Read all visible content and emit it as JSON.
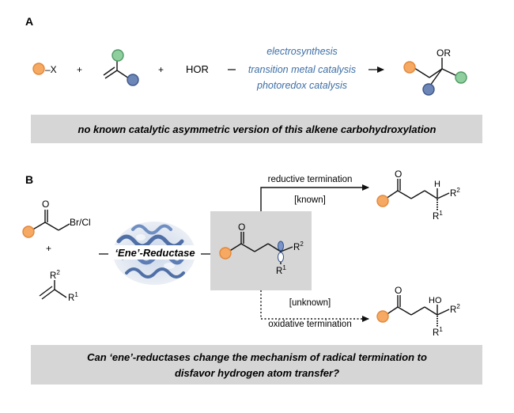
{
  "panel_a": {
    "label": "A",
    "reagent_x": "–X",
    "plus1": "+",
    "plus2": "+",
    "hor": "HOR",
    "methods": [
      "electrosynthesis",
      "transition metal catalysis",
      "photoredox catalysis"
    ],
    "product_or": "OR",
    "banner": "no known catalytic asymmetric version of this alkene carbohydroxylation"
  },
  "panel_b": {
    "label": "B",
    "haloketone_o": "O",
    "haloketone_x": "Br/Cl",
    "plus": "+",
    "alkene_r2": "R",
    "alkene_r2_sup": "2",
    "alkene_r1": "R",
    "alkene_r1_sup": "1",
    "enzyme": "‘Ene’-Reductase",
    "radical_o": "O",
    "radical_r2": "R",
    "radical_r2_sup": "2",
    "radical_r1": "R",
    "radical_r1_sup": "1",
    "reductive_label": "reductive termination",
    "known_label": "[known]",
    "unknown_label": "[unknown]",
    "oxidative_label": "oxidative termination",
    "prod_red_o": "O",
    "prod_red_h": "H",
    "prod_red_r2": "R",
    "prod_red_r2_sup": "2",
    "prod_red_r1": "R",
    "prod_red_r1_sup": "1",
    "prod_ox_o": "O",
    "prod_ox_ho": "HO",
    "prod_ox_r2": "R",
    "prod_ox_r2_sup": "2",
    "prod_ox_r1": "R",
    "prod_ox_r1_sup": "1",
    "banner_line1": "Can ‘ene’-reductases change the mechanism of radical termination to",
    "banner_line2": "disfavor hydrogen atom transfer?"
  },
  "colors": {
    "orange": "#f5a962",
    "orange_stroke": "#e2873a",
    "green": "#8fcf9e",
    "green_stroke": "#4e9a63",
    "blue": "#6d86b8",
    "blue_stroke": "#3d5687",
    "text_blue": "#3d6fa6",
    "banner": "#d6d6d6"
  }
}
